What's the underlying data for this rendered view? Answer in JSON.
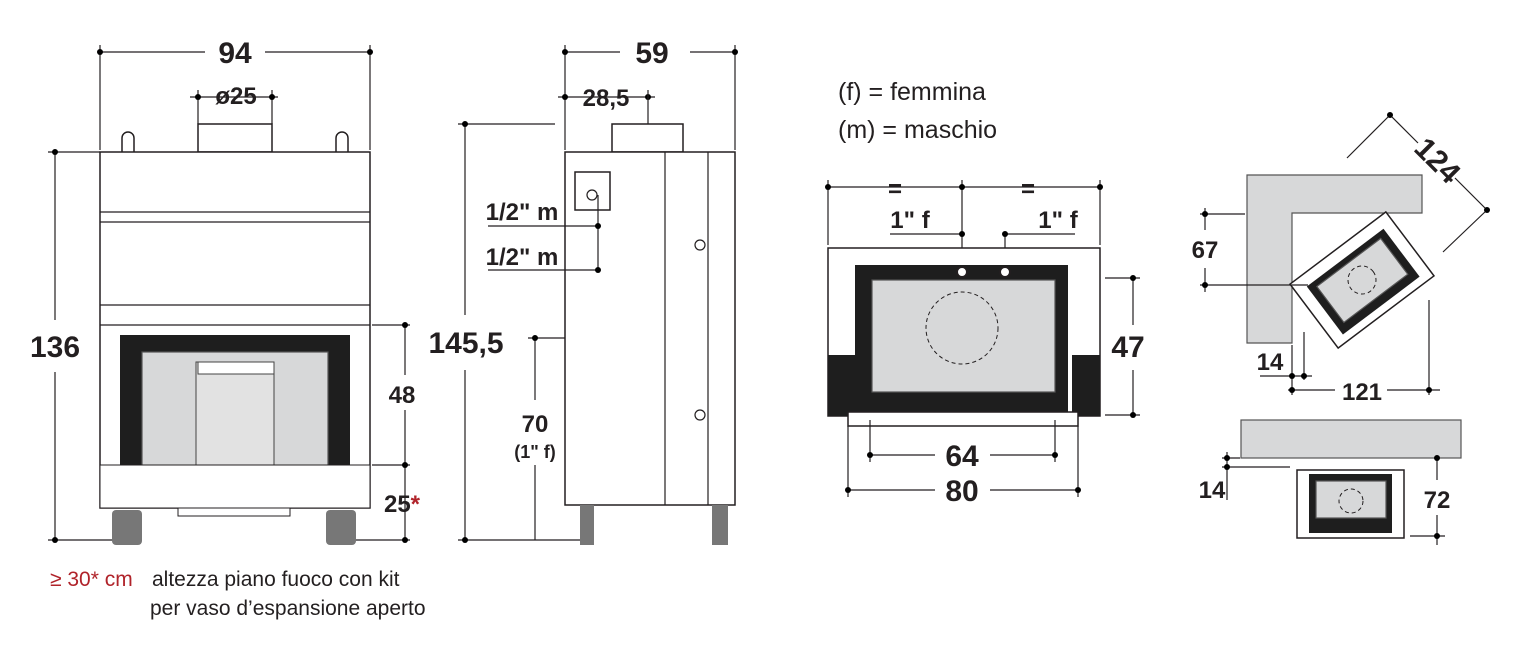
{
  "front_view": {
    "width_label": "94",
    "flue_diameter_label": "ø25",
    "height_label": "136",
    "opening_height_label": "48",
    "base_height_label": "25",
    "base_height_asterisk": "*"
  },
  "side_view": {
    "depth_label": "59",
    "flue_offset_label": "28,5",
    "total_height_label": "145,5",
    "fitting_top_label": "1/2\" m",
    "fitting_bottom_label": "1/2\" m",
    "inlet_height_label": "70",
    "inlet_fitting_label": "(1\" f)"
  },
  "legend": {
    "female": "(f) = femmina",
    "male": "(m) = maschio"
  },
  "rear_view": {
    "equal_left": "=",
    "equal_right": "=",
    "fitting_left_label": "1\" f",
    "fitting_right_label": "1\" f",
    "height_label": "47",
    "inner_width_label": "64",
    "outer_width_label": "80"
  },
  "corner_plan": {
    "diagonal_label": "124",
    "offset_label": "67",
    "gap_label": "14",
    "width_label": "121"
  },
  "wall_plan": {
    "gap_label": "14",
    "depth_label": "72"
  },
  "footnote": {
    "highlight": "≥ 30* cm",
    "line1": "altezza piano fuoco con kit",
    "line2": "per vaso d’espansione aperto",
    "highlight_color": "#b0232a"
  }
}
